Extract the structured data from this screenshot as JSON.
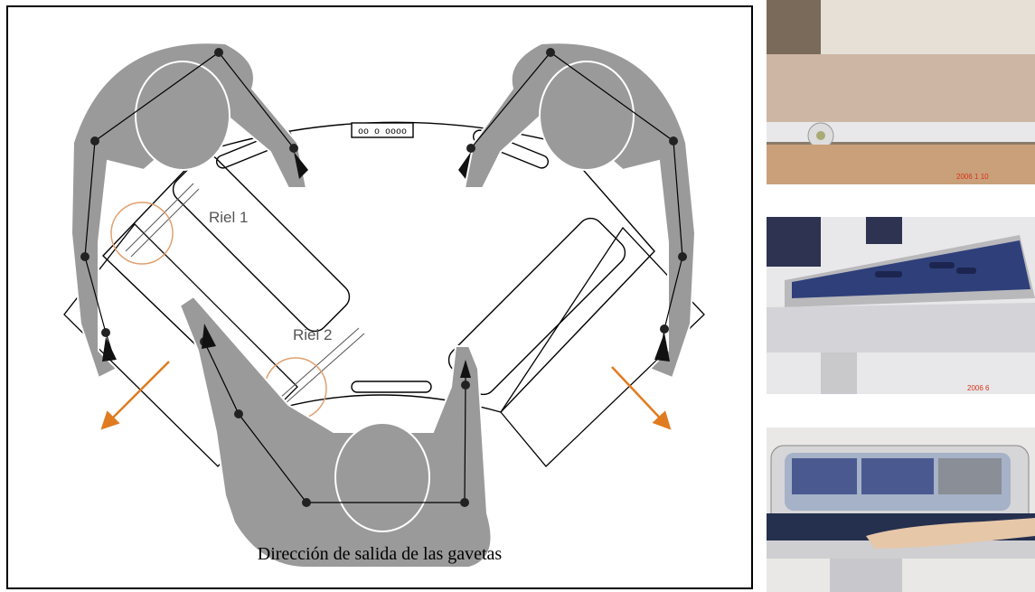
{
  "diagram": {
    "rail_1_label": "Riel 1",
    "rail_2_label": "Riel 2",
    "caption": "Dirección de salida de las gavetas",
    "colors": {
      "figure_gray": "#9a9a9a",
      "joint": "#222222",
      "outline": "#000000",
      "rail_marker": "#e0a070",
      "arrow": "#e07b1f"
    },
    "connector_glyphs": "oo o oooo"
  },
  "photos": [
    {
      "stamp": "2006 1 10"
    },
    {
      "stamp": "2006 6"
    },
    {
      "stamp": ""
    }
  ]
}
